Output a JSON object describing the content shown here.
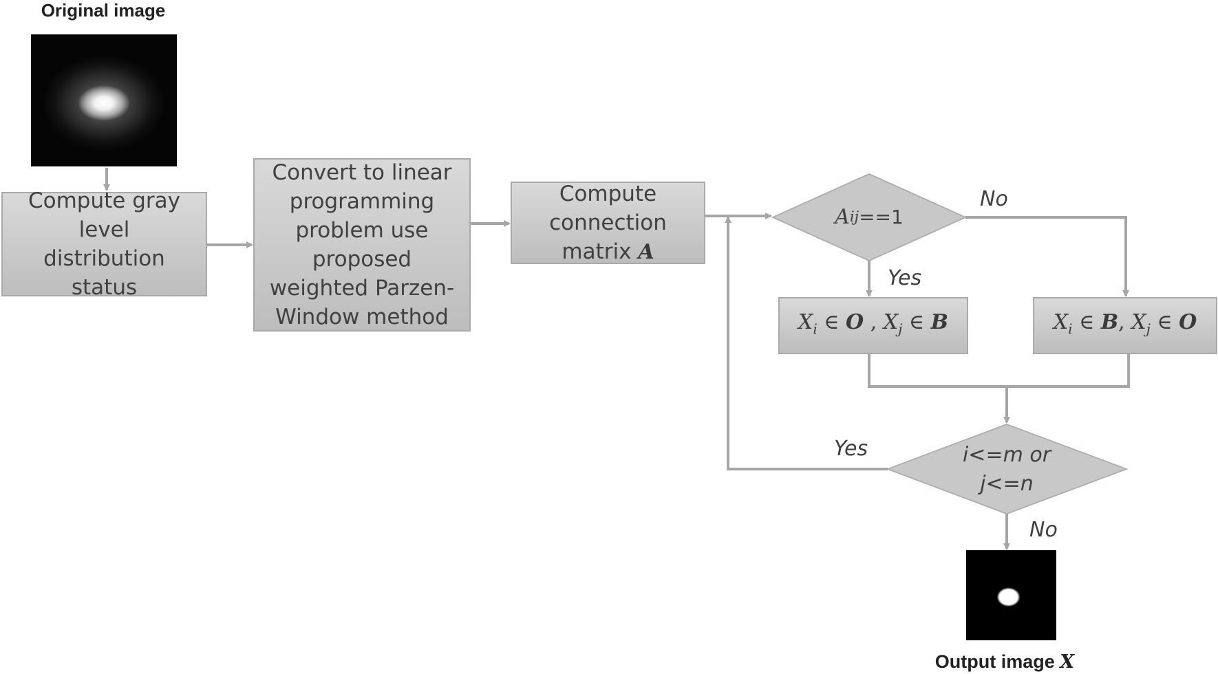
{
  "original_caption": "Original image",
  "output_caption_text": "Output image",
  "output_caption_var": "X",
  "step_gray": "Compute gray level distribution status",
  "step_lp": "Convert to linear programming problem use proposed weighted Parzen-Window method",
  "step_matrix_text": "Compute connection matrix",
  "step_matrix_var": "A",
  "decision_a": {
    "sym": "A",
    "sub": "ij",
    "rest": "==1"
  },
  "decision_loop": "i<=m or j<=n",
  "assign_left": {
    "xi": "X",
    "i_sub": "i",
    "op1": " ∈ ",
    "set1": "O",
    "sep": " , ",
    "xj": "X",
    "j_sub": "j",
    "op2": " ∈ ",
    "set2": "B"
  },
  "assign_right": {
    "xi": "X",
    "i_sub": "i",
    "op1": " ∈ ",
    "set1": "B",
    "sep": ", ",
    "xj": "X",
    "j_sub": "j",
    "op2": " ∈ ",
    "set2": "O"
  },
  "labels": {
    "yes_a": "Yes",
    "no_a": "No",
    "yes_loop": "Yes",
    "no_loop": "No"
  },
  "colors": {
    "box_fill_top": "#d9d9d9",
    "box_fill_bottom": "#bdbdbd",
    "box_border": "#a9a9a9",
    "connector": "#a6a6a6",
    "text": "#404040"
  }
}
